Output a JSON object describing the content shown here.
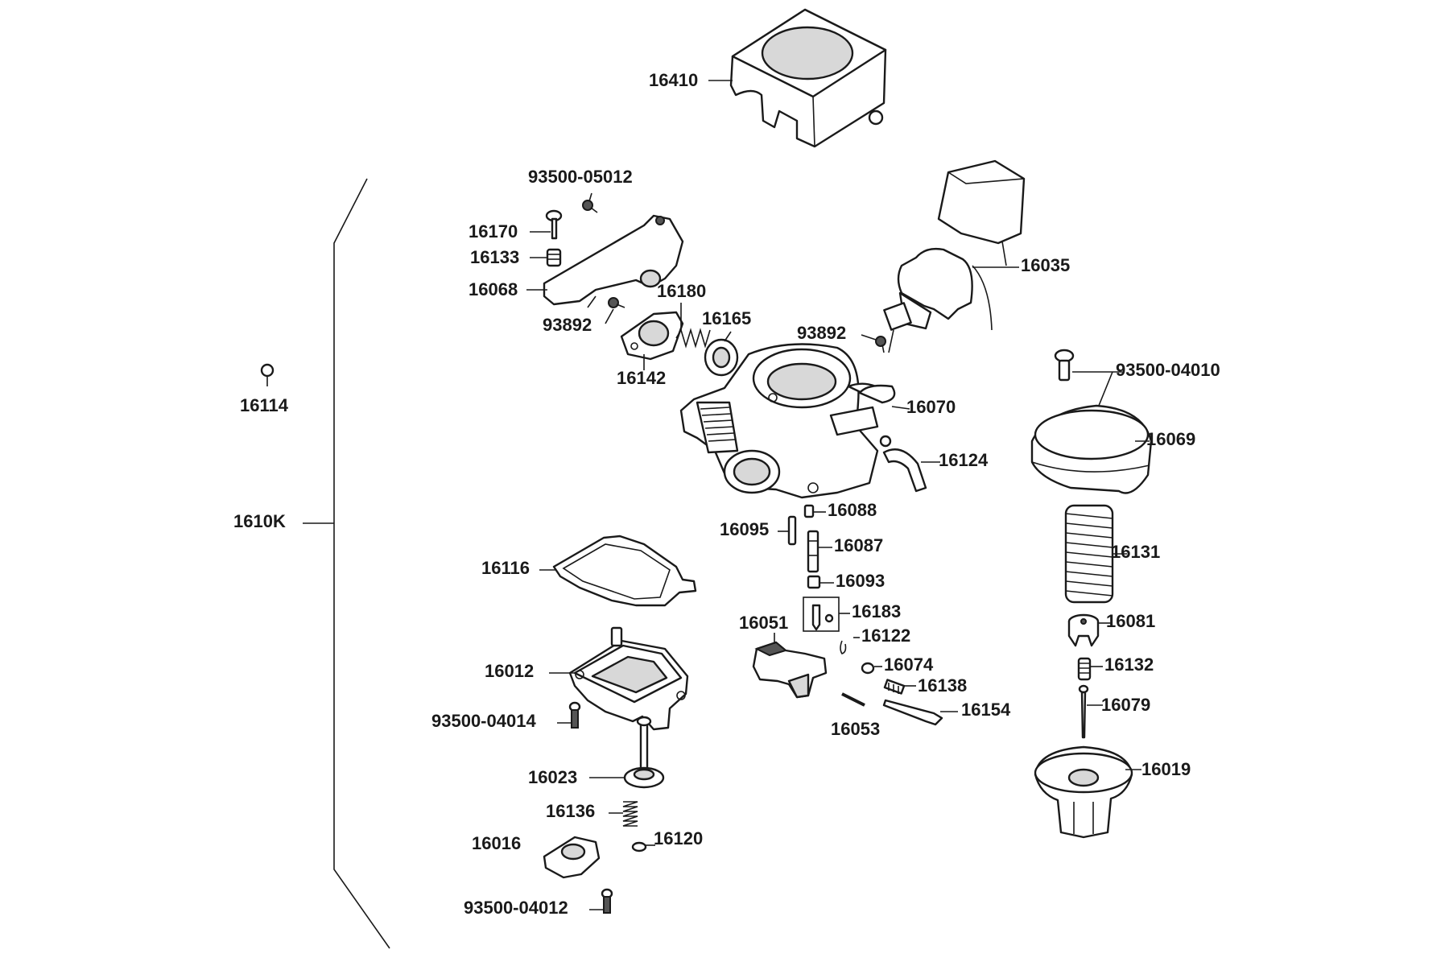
{
  "labels": {
    "p16410": "16410",
    "p93500_05012": "93500-05012",
    "p16170": "16170",
    "p16133": "16133",
    "p16068": "16068",
    "p16180": "16180",
    "p93892_a": "93892",
    "p16165": "16165",
    "p16142": "16142",
    "p93892_b": "93892",
    "p16035": "16035",
    "p93500_04010": "93500-04010",
    "p16069": "16069",
    "p16070": "16070",
    "p16124": "16124",
    "p16114": "16114",
    "p1610K": "1610K",
    "p16088": "16088",
    "p16095": "16095",
    "p16087": "16087",
    "p16131": "16131",
    "p16116": "16116",
    "p16093": "16093",
    "p16183": "16183",
    "p16051": "16051",
    "p16081": "16081",
    "p16122": "16122",
    "p16012": "16012",
    "p16074": "16074",
    "p16132": "16132",
    "p16138": "16138",
    "p93500_04014": "93500-04014",
    "p16154": "16154",
    "p16079": "16079",
    "p16053": "16053",
    "p16023": "16023",
    "p16019": "16019",
    "p16136": "16136",
    "p16120": "16120",
    "p16016": "16016",
    "p93500_04012": "93500-04012"
  }
}
